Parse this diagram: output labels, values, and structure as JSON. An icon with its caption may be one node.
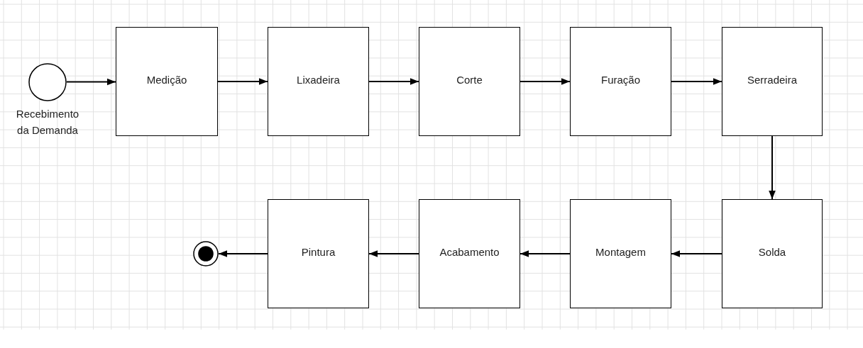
{
  "diagram": {
    "nodes": [
      {
        "text": [],
        "shape": "circle",
        "beside": [
          "Recebimento da Demanda"
        ]
      },
      {
        "text": [
          "Medição"
        ]
      },
      {
        "text": [
          "Lixadeira"
        ]
      },
      {
        "text": [
          "Corte"
        ]
      },
      {
        "text": [
          "Furação"
        ]
      },
      {
        "text": [
          "Serradeira"
        ]
      },
      {
        "text": [
          "Solda"
        ]
      },
      {
        "text": [
          "Montagem"
        ]
      },
      {
        "text": [
          "Acabamento"
        ]
      },
      {
        "text": [
          "Pintura"
        ]
      },
      {
        "text": [],
        "shape": "bullseye"
      }
    ],
    "edges": [
      {
        "from": 0,
        "to": 1,
        "arrow": "to"
      },
      {
        "from": 1,
        "to": 2,
        "arrow": "to"
      },
      {
        "from": 2,
        "to": 3,
        "arrow": "to"
      },
      {
        "from": 3,
        "to": 4,
        "arrow": "to"
      },
      {
        "from": 4,
        "to": 5,
        "arrow": "to"
      },
      {
        "from": 5,
        "to": 6,
        "arrow": "to"
      },
      {
        "from": 6,
        "to": 7,
        "arrow": "to"
      },
      {
        "from": 7,
        "to": 8,
        "arrow": "to"
      },
      {
        "from": 8,
        "to": 9,
        "arrow": "to"
      },
      {
        "from": 9,
        "to": 10,
        "arrow": "to"
      }
    ]
  }
}
